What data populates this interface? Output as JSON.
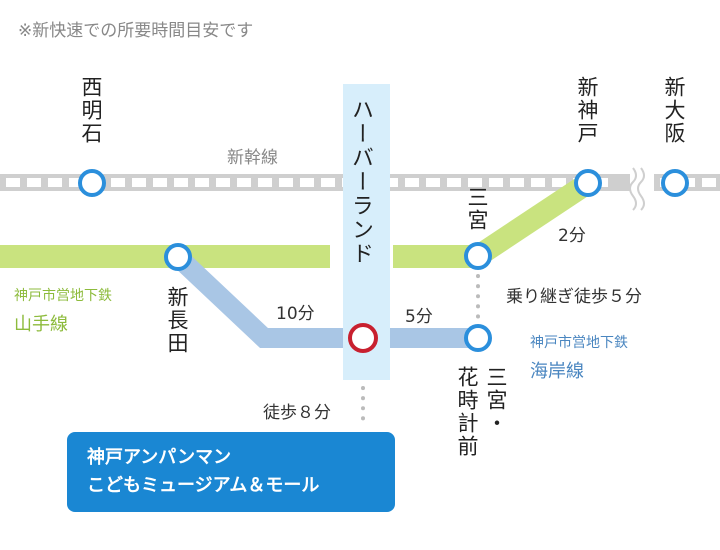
{
  "note": "※新快速での所要時間目安です",
  "shinkansen": {
    "name": "新幹線",
    "colors": {
      "rail": "#cfcfcf",
      "tie": "#ffffff"
    }
  },
  "stations": {
    "nishiakashi": "西明石",
    "shinkobe": "新神戸",
    "shinosaka": "新大阪",
    "sannomiya": "三宮",
    "shinnagata": "新長田",
    "harborland": "ハーバーランド",
    "sannomiya_hanadokei": "三宮・花時計前",
    "sannomiya_hanadokei_col1": "三宮・",
    "sannomiya_hanadokei_col2": "花時計前"
  },
  "lines": {
    "yamate": {
      "operator": "神戸市営地下鉄",
      "name": "山手線",
      "color": "#c9e37f"
    },
    "kaigan": {
      "operator": "神戸市営地下鉄",
      "name": "海岸線",
      "color": "#a9c6e5"
    }
  },
  "times": {
    "shinnagata_harborland": "10分",
    "harborland_hanadokei": "5分",
    "sannomiya_shinkobe": "2分",
    "transfer": "乗り継ぎ徒歩５分",
    "walk": "徒歩８分"
  },
  "destination": {
    "line1": "神戸アンパンマン",
    "line2": "こどもミュージアム＆モール"
  },
  "colors": {
    "station_ring": "#2b8fdc",
    "harborland_ring": "#c8202f",
    "box": "#d7eefb",
    "button": "#1a87d3"
  }
}
